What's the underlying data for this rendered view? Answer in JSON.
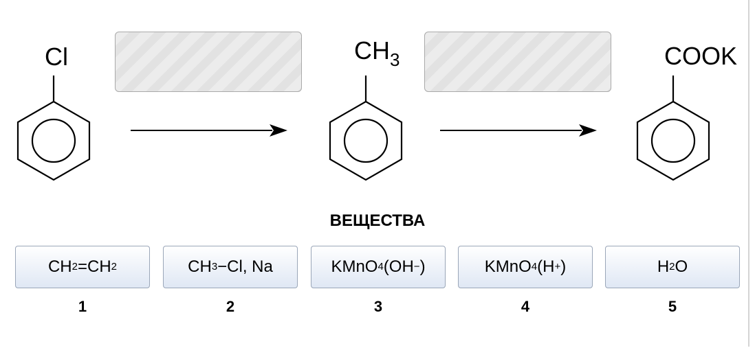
{
  "scheme": {
    "molecules": [
      {
        "label_main": "Cl",
        "label_sub": ""
      },
      {
        "label_main": "CH",
        "label_sub": "3"
      },
      {
        "label_main": "COOK",
        "label_sub": ""
      }
    ]
  },
  "substances_title": "ВЕЩЕСТВА",
  "substances": [
    {
      "number": "1",
      "parts": [
        [
          "CH",
          "t"
        ],
        [
          "2",
          "sub"
        ],
        [
          "=CH",
          "t"
        ],
        [
          "2",
          "sub"
        ]
      ]
    },
    {
      "number": "2",
      "parts": [
        [
          "CH",
          "t"
        ],
        [
          "3",
          "sub"
        ],
        [
          "−Cl, Na",
          "t"
        ]
      ]
    },
    {
      "number": "3",
      "parts": [
        [
          "KMnO",
          "t"
        ],
        [
          "4",
          "sub"
        ],
        [
          "(OH",
          "t"
        ],
        [
          "−",
          "sup"
        ],
        [
          ")",
          "t"
        ]
      ]
    },
    {
      "number": "4",
      "parts": [
        [
          "KMnO",
          "t"
        ],
        [
          "4",
          "sub"
        ],
        [
          "(H",
          "t"
        ],
        [
          "+",
          "sup"
        ],
        [
          ")",
          "t"
        ]
      ]
    },
    {
      "number": "5",
      "parts": [
        [
          "H",
          "t"
        ],
        [
          "2",
          "sub"
        ],
        [
          "O",
          "t"
        ]
      ]
    }
  ]
}
